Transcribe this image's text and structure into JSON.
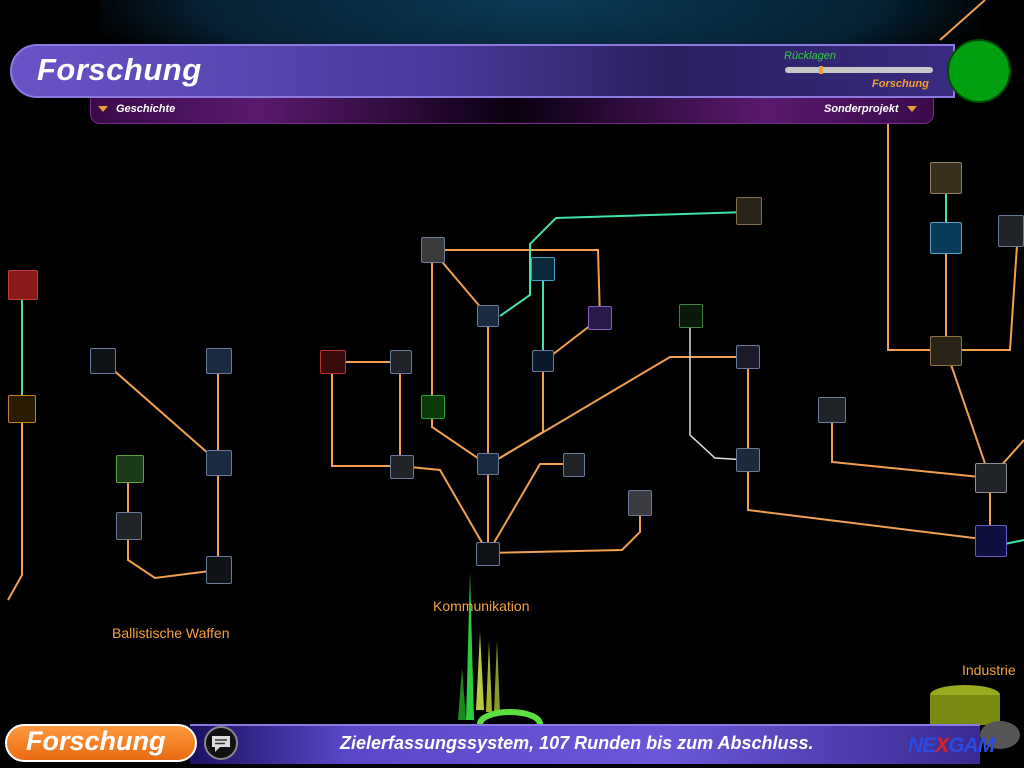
{
  "header": {
    "title": "Forschung",
    "history_dropdown": "Geschichte",
    "special_project_dropdown": "Sonderprojekt",
    "reserves_label": "Rücklagen",
    "research_label": "Forschung",
    "status_indicator_color": "#00a010"
  },
  "categories": {
    "ballistic": "Ballistische Waffen",
    "communication": "Kommunikation",
    "industry": "Industrie"
  },
  "bottom_bar": {
    "mode_button": "Forschung",
    "status_message": "Zielerfassungssystem, 107 Runden bis zum Abschluss.",
    "logo_text": "NEXGAM"
  },
  "colors": {
    "link_line": "#f0a050",
    "active_link": "#40e0b0",
    "accent": "#e87020"
  }
}
